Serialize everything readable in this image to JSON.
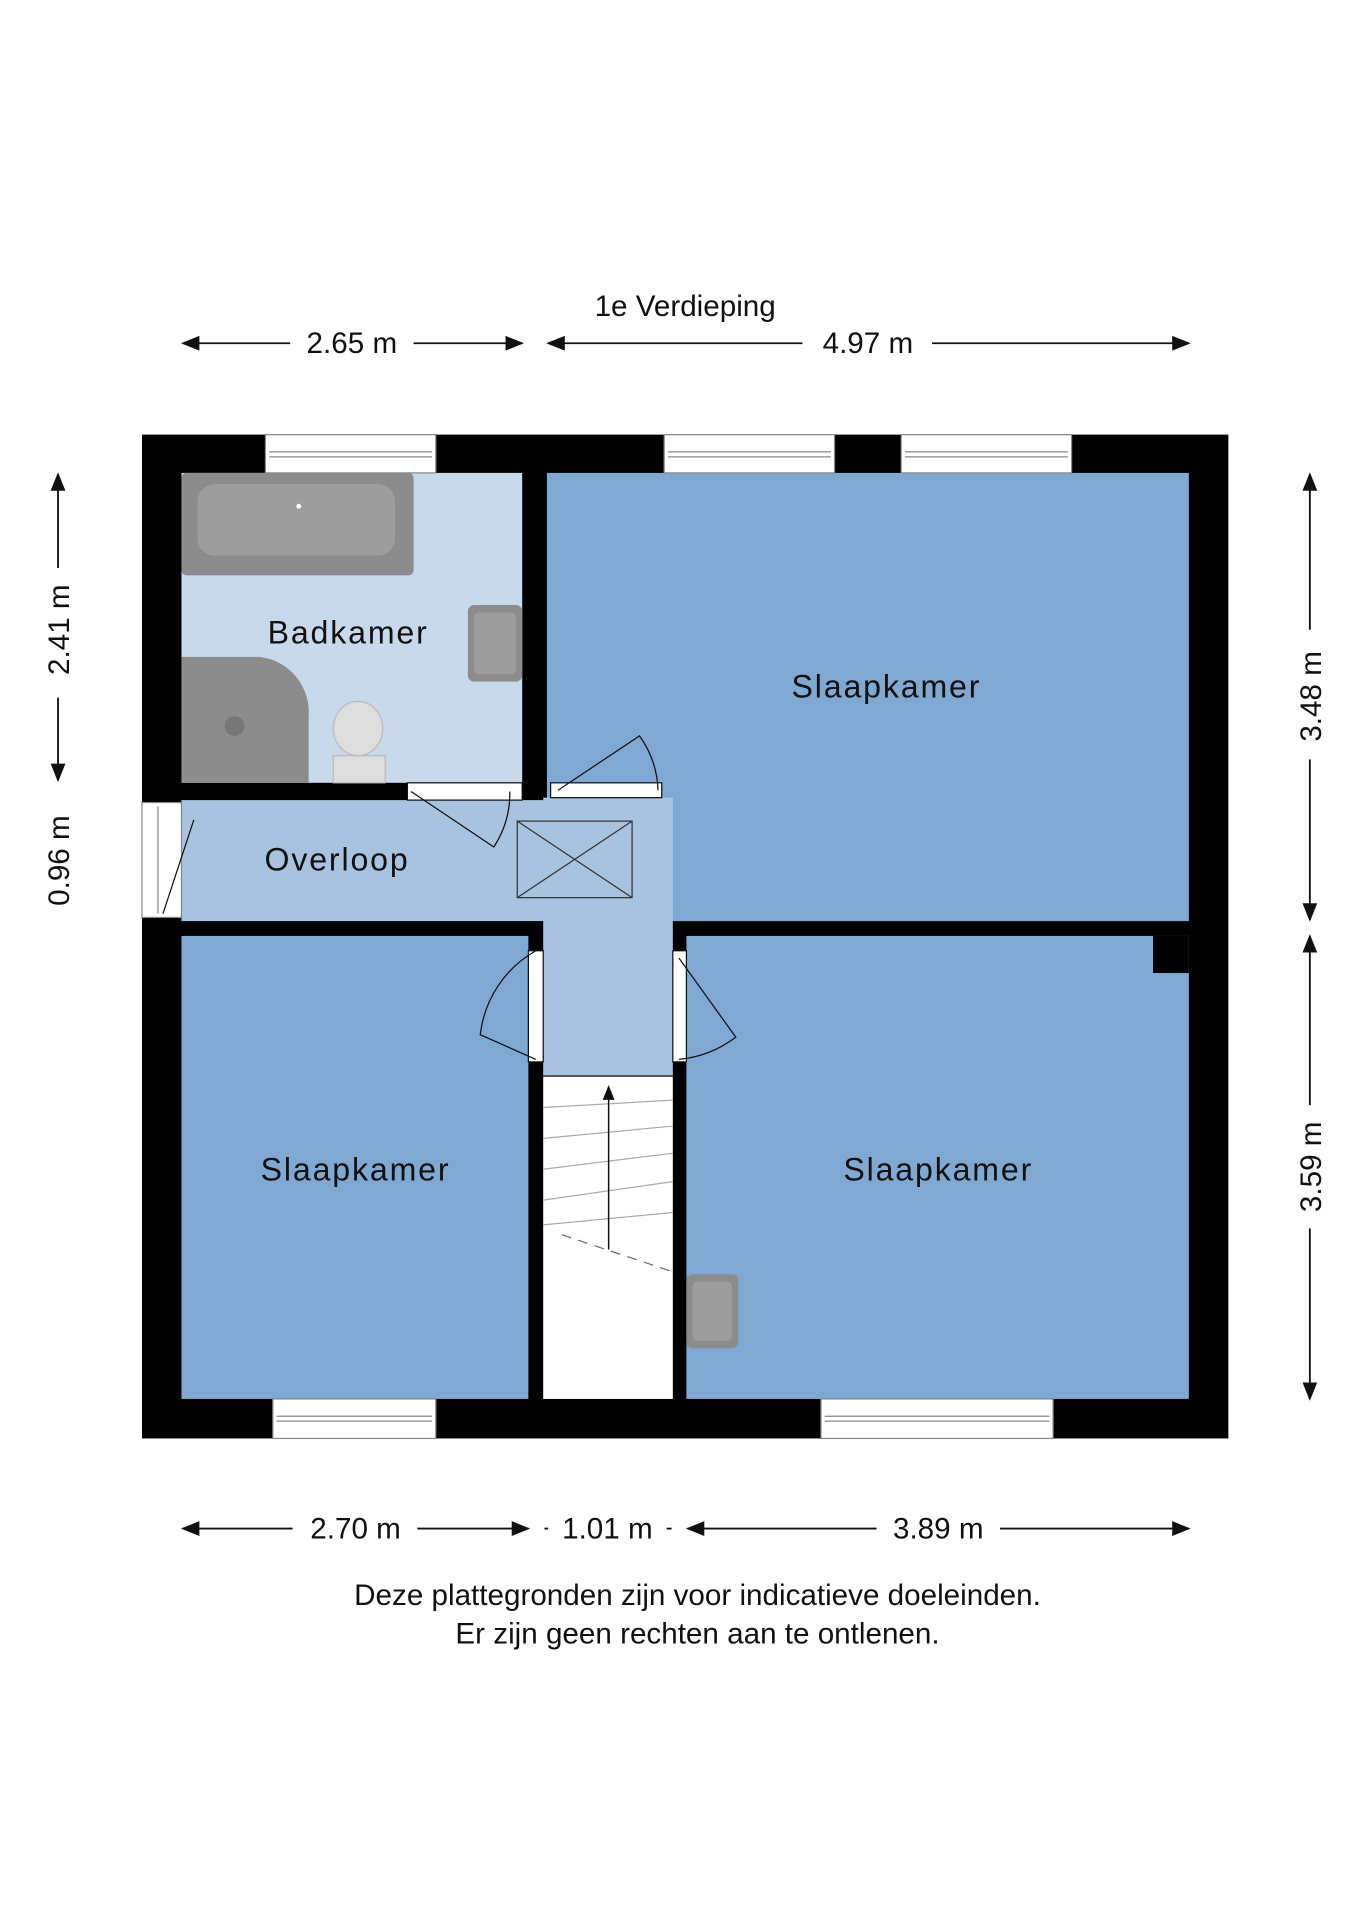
{
  "title": "1e Verdieping",
  "rooms": {
    "bathroom": "Badkamer",
    "bedroom_top_right": "Slaapkamer",
    "landing": "Overloop",
    "bedroom_bottom_left": "Slaapkamer",
    "bedroom_bottom_right": "Slaapkamer"
  },
  "dimensions": {
    "top_left": "2.65 m",
    "top_right": "4.97 m",
    "left_upper": "2.41 m",
    "left_lower": "0.96 m",
    "right_upper": "3.48 m",
    "right_lower": "3.59 m",
    "bottom_left": "2.70 m",
    "bottom_mid": "1.01 m",
    "bottom_right": "3.89 m"
  },
  "disclaimer": {
    "line1": "Deze plattegronden zijn voor indicatieve doeleinden.",
    "line2": "Er zijn geen rechten aan te ontlenen."
  },
  "colors": {
    "wall": "#000000",
    "bath": "#c9d9ec",
    "bedroom": "#7fa8d3",
    "landing": "#a7c3e0"
  }
}
